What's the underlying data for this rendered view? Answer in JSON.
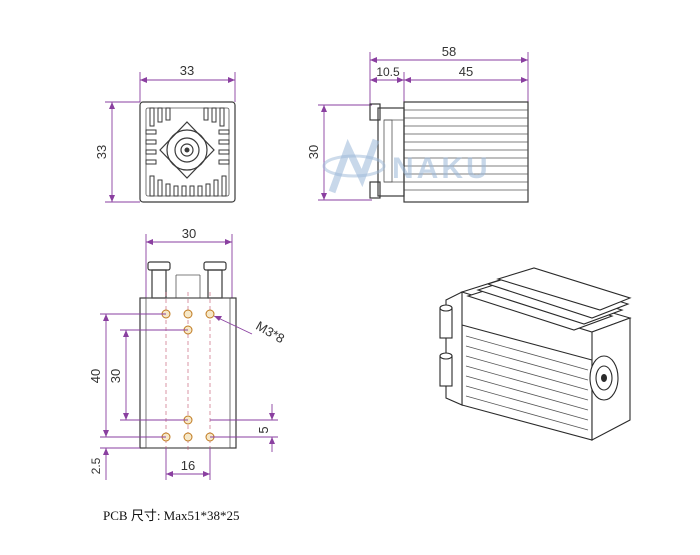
{
  "front_view": {
    "width_label": "33",
    "height_label": "33"
  },
  "side_view": {
    "total_length_label": "58",
    "cap_length_label": "10.5",
    "body_length_label": "45",
    "height_label": "30"
  },
  "watermark": {
    "text": "NAKU"
  },
  "bottom_view": {
    "width_label": "30",
    "hole_label": "M3*8",
    "height_outer_label": "40",
    "height_inner_label": "30",
    "offset_right_label": "5",
    "hole_spacing_label": "16",
    "offset_bottom_label": "2.5"
  },
  "pcb_note": "PCB 尺寸: Max51*38*25",
  "colors": {
    "dimension_line": "#8a3fa0",
    "hole_fill": "#f6e8c8",
    "watermark": "#9bb8d8"
  }
}
